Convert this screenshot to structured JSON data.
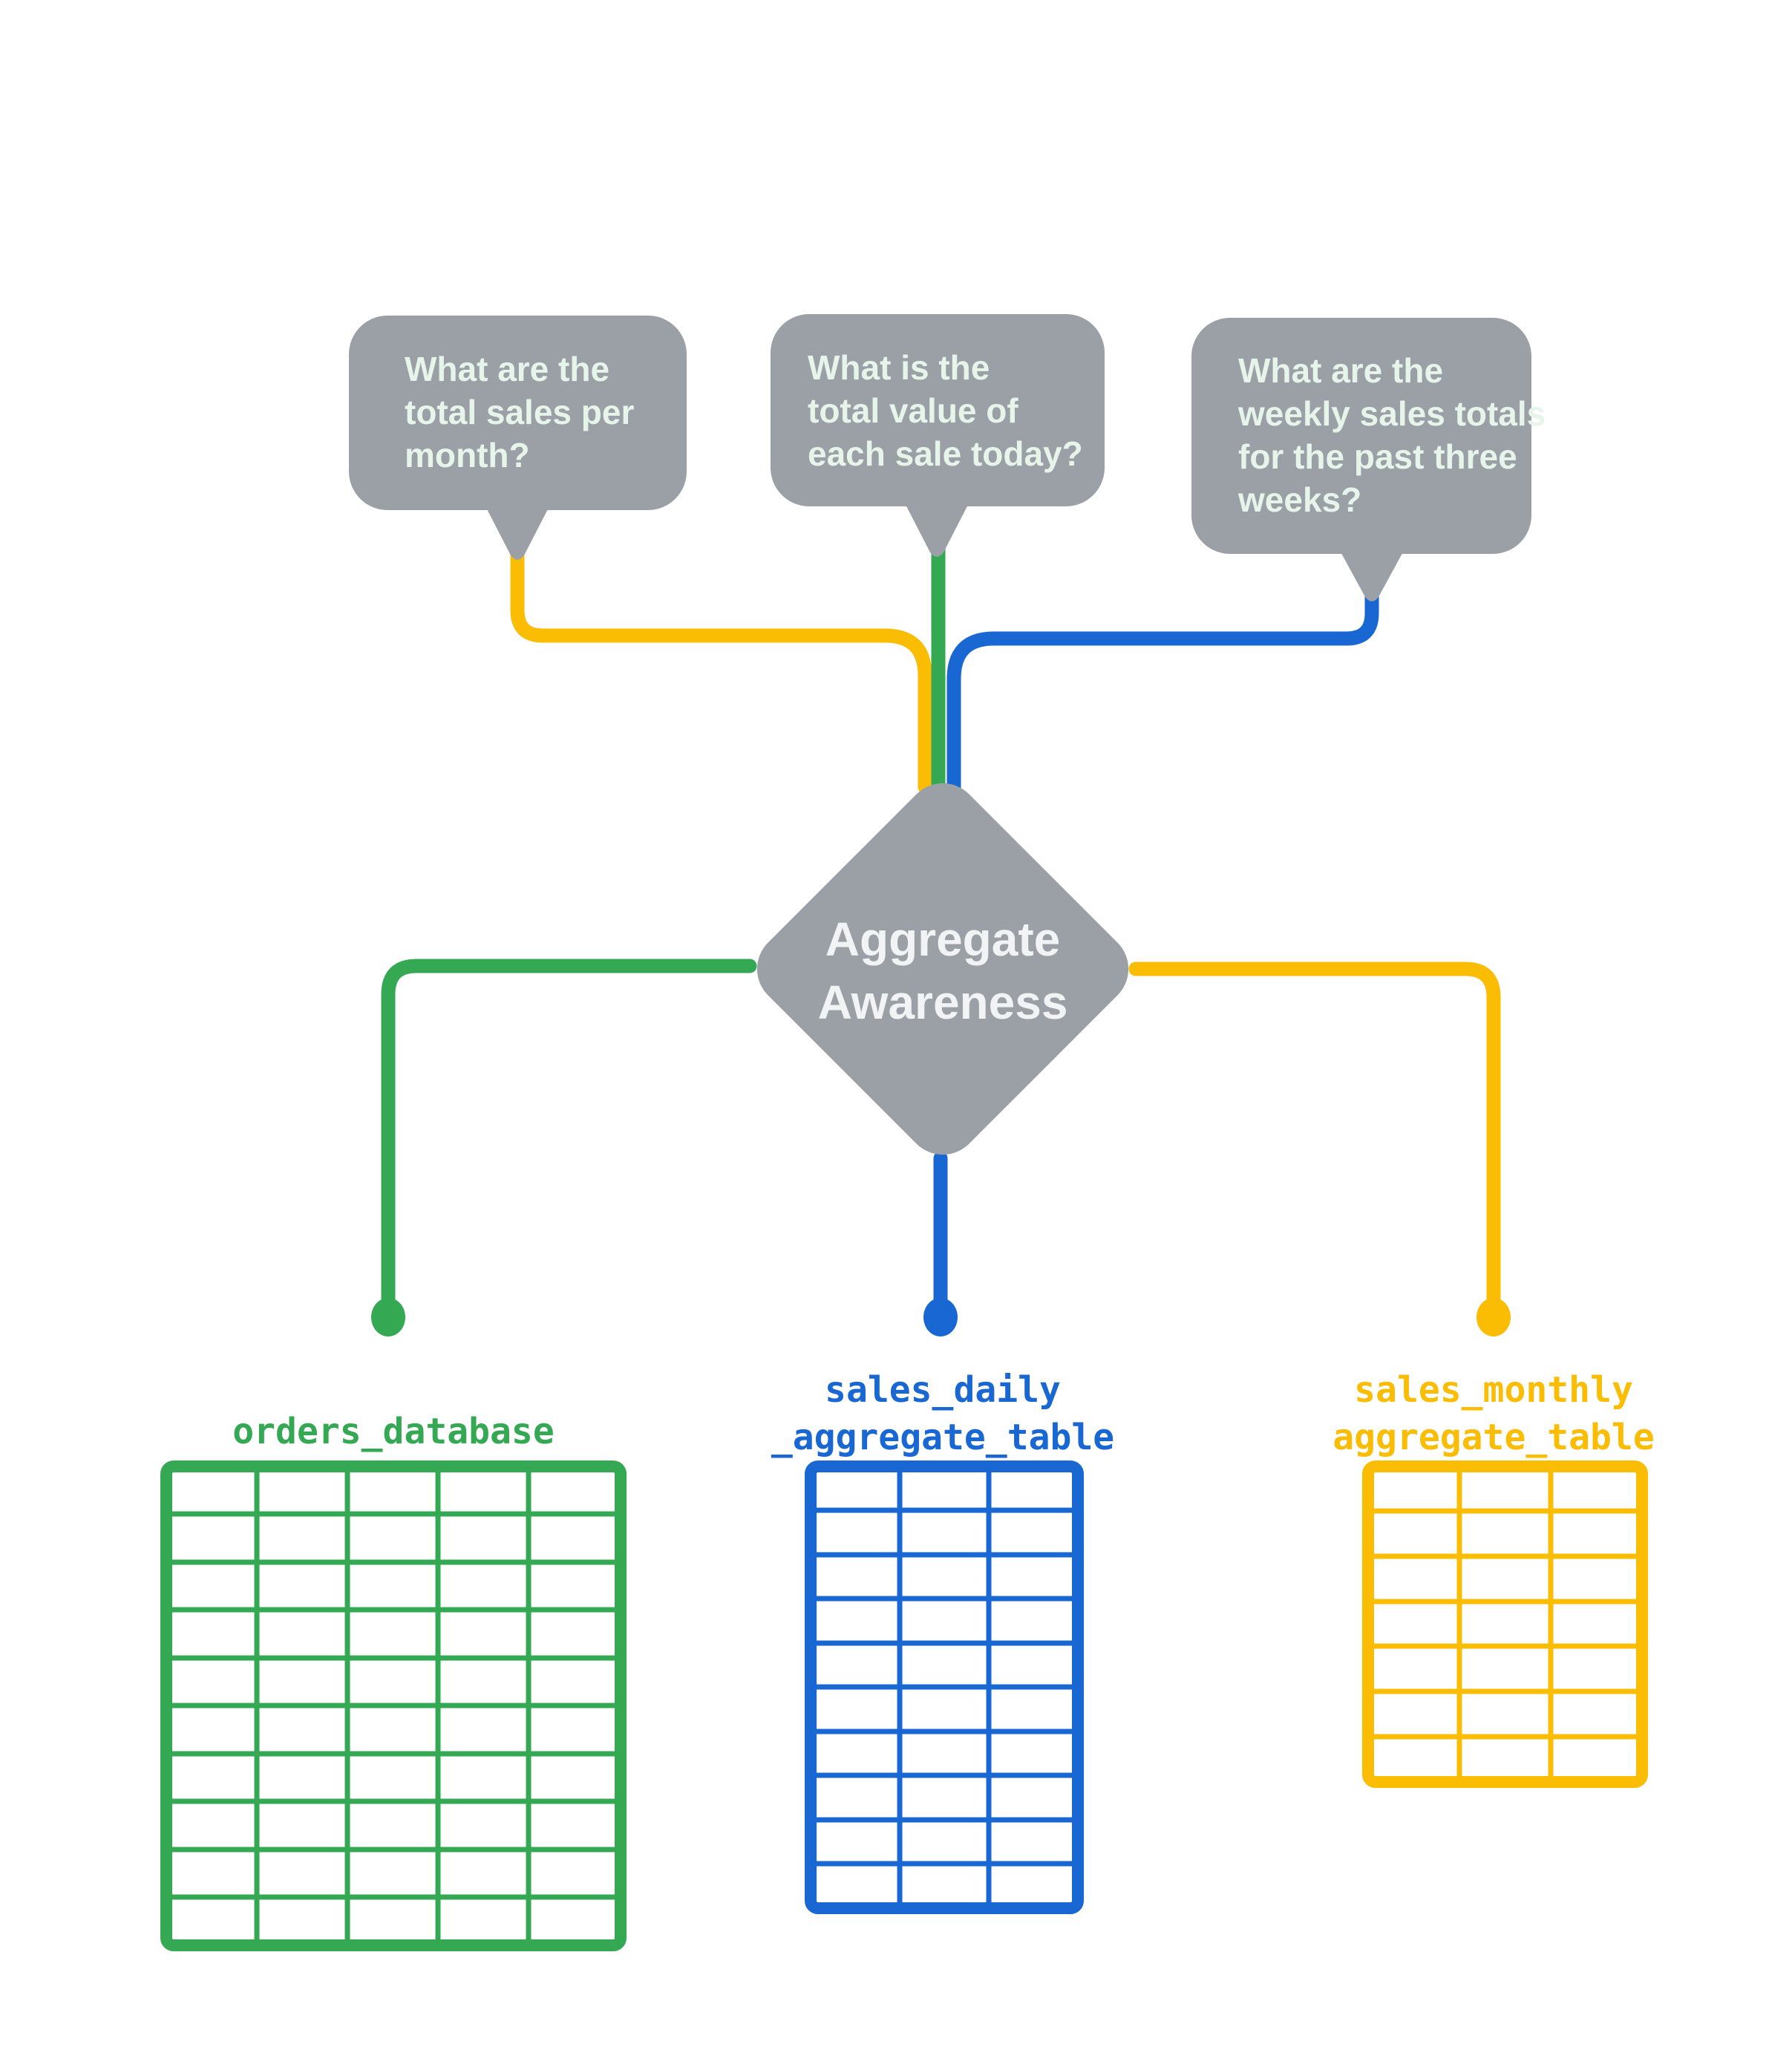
{
  "diagram_title": "Aggregate Awareness",
  "colors": {
    "bubble_gray": "#9AA0A6",
    "bubble_text": "#E6F4EA",
    "diamond_gray": "#9AA0A6",
    "diamond_text": "#F1F3F4",
    "green": "#34A853",
    "blue": "#1967D2",
    "yellow": "#FBBC04",
    "background": "#FFFFFF"
  },
  "bubbles": [
    {
      "lines": [
        "What are the",
        "total sales per",
        "month?"
      ],
      "connector_color": "#FBBC04"
    },
    {
      "lines": [
        "What is the",
        "total value of",
        "each sale today?"
      ],
      "connector_color": "#34A853"
    },
    {
      "lines": [
        "What are the",
        "weekly sales totals",
        "for the past three",
        "weeks?"
      ],
      "connector_color": "#1967D2"
    }
  ],
  "diamond": {
    "lines": [
      "Aggregate",
      "Awareness"
    ]
  },
  "tables": [
    {
      "id": "orders-database",
      "label_lines": [
        "orders_database"
      ],
      "columns": 5,
      "rows": 10,
      "color": "#34A853",
      "connector_color": "#34A853"
    },
    {
      "id": "sales-daily-aggregate-table",
      "label_lines": [
        "sales_daily",
        "_aggregate_table"
      ],
      "columns": 3,
      "rows": 10,
      "color": "#1967D2",
      "connector_color": "#1967D2"
    },
    {
      "id": "sales-monthly-aggregate-table",
      "label_lines": [
        "sales_monthly",
        "aggregate_table"
      ],
      "columns": 3,
      "rows": 7,
      "color": "#FBBC04",
      "connector_color": "#FBBC04"
    }
  ]
}
